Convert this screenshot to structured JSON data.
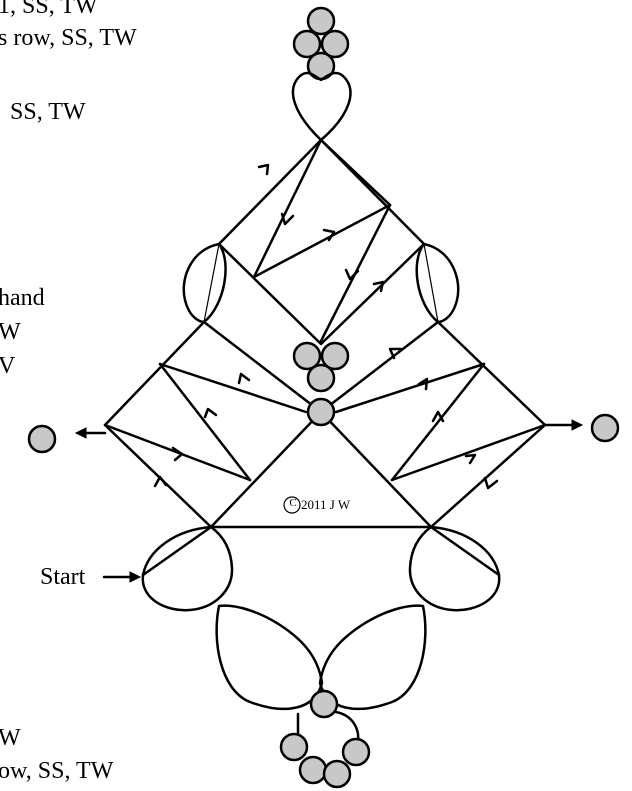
{
  "left_text": {
    "line1": "1, SS, TW",
    "line2": "s row, SS, TW",
    "line3": "SS, TW",
    "line4": "hand",
    "line5": "W",
    "line6": "V",
    "line7": "W",
    "line8": "ow, SS, TW"
  },
  "start_label": "Start",
  "copyright": "2011 J W",
  "copyright_symbol": "C"
}
